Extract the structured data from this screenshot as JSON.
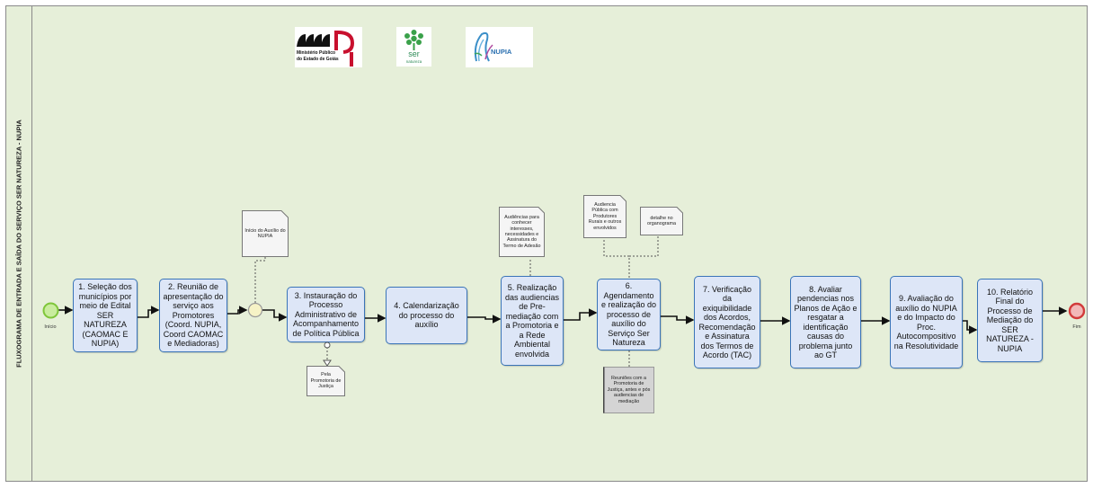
{
  "pool": {
    "label": "FLUXOGRAMA DE ENTRADA E SAÍDA DO SERVIÇO SER NATUREZA - NUPIA"
  },
  "logos": {
    "mp_line1": "Ministério Público",
    "mp_line2": "do Estado de Goiás",
    "ser_title": "ser",
    "ser_sub": "natureza",
    "nupia_text": "NUPIA"
  },
  "events": {
    "start_label": "Início",
    "end_label": "Fim"
  },
  "tasks": [
    {
      "id": "t1",
      "label": "1. Seleção dos municípios por meio de Edital SER NATUREZA (CAOMAC E NUPIA)"
    },
    {
      "id": "t2",
      "label": "2. Reunião de apresentação do serviço aos Promotores (Coord. NUPIA, Coord CAOMAC e Mediadoras)"
    },
    {
      "id": "t3",
      "label": "3. Instauração do Processo Administrativo de Acompanhamento de Política Pública"
    },
    {
      "id": "t4",
      "label": "4. Calendarização do processo do auxílio"
    },
    {
      "id": "t5",
      "label": "5. Realização das audiencias de Pre-mediação com a Promotoria e a Rede Ambiental envolvida"
    },
    {
      "id": "t6",
      "label": "6. Agendamento e realização do processo de auxílio do Serviço Ser Natureza"
    },
    {
      "id": "t7",
      "label": "7. Verificação da exiquibilidade dos Acordos, Recomendação e Assinatura dos Termos de Acordo (TAC)"
    },
    {
      "id": "t8",
      "label": "8. Avaliar pendencias nos Planos de Ação e resgatar a identificação causas do problema junto ao GT"
    },
    {
      "id": "t9",
      "label": "9. Avaliação do auxílio do NUPIA e do Impacto do Proc. Autocompositivo na Resolutividade"
    },
    {
      "id": "t10",
      "label": "10. Relatório Final do Processo de Mediação do SER NATUREZA - NUPIA"
    }
  ],
  "annotations": {
    "inicio_auxilio": "Início do Auxílio do NUPIA",
    "pela_promotoria": "Pela Promotoria de Justiça",
    "audiencias": "Audiências para conhecer interesses, necessidades e Assinatura do Termo de Adesão",
    "audiencia_publica": "Audiencia Pública com Produtores Rurais e outros envolvidos",
    "detalhe_organograma": "detalhe no organograma",
    "reunioes": "Reuniões com a Promotoria de Justiça, antes e pós audiencias de mediação"
  },
  "colors": {
    "pool_bg": "#e6efd9",
    "task_fill": "#dde6f7",
    "task_border": "#3a74b8",
    "start_event": "#7fc63a",
    "end_event": "#d23b3b",
    "gateway_fill": "#f6f3c6",
    "mp_red": "#c8102e"
  }
}
